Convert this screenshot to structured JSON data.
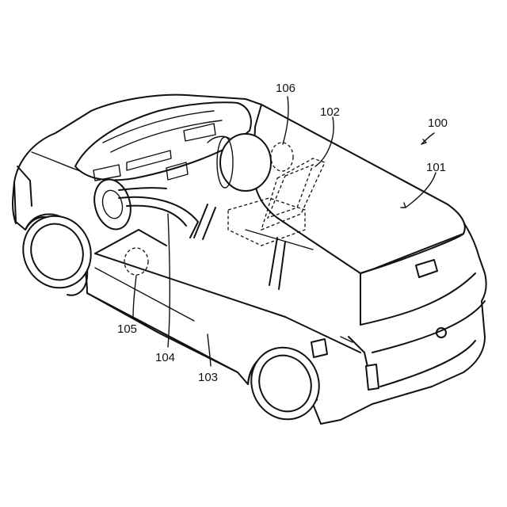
{
  "labels": {
    "vehicle": "100",
    "roof": "101",
    "seat": "102",
    "body": "103",
    "pillar": "104",
    "door_region": "105",
    "airbag_region": "106"
  }
}
